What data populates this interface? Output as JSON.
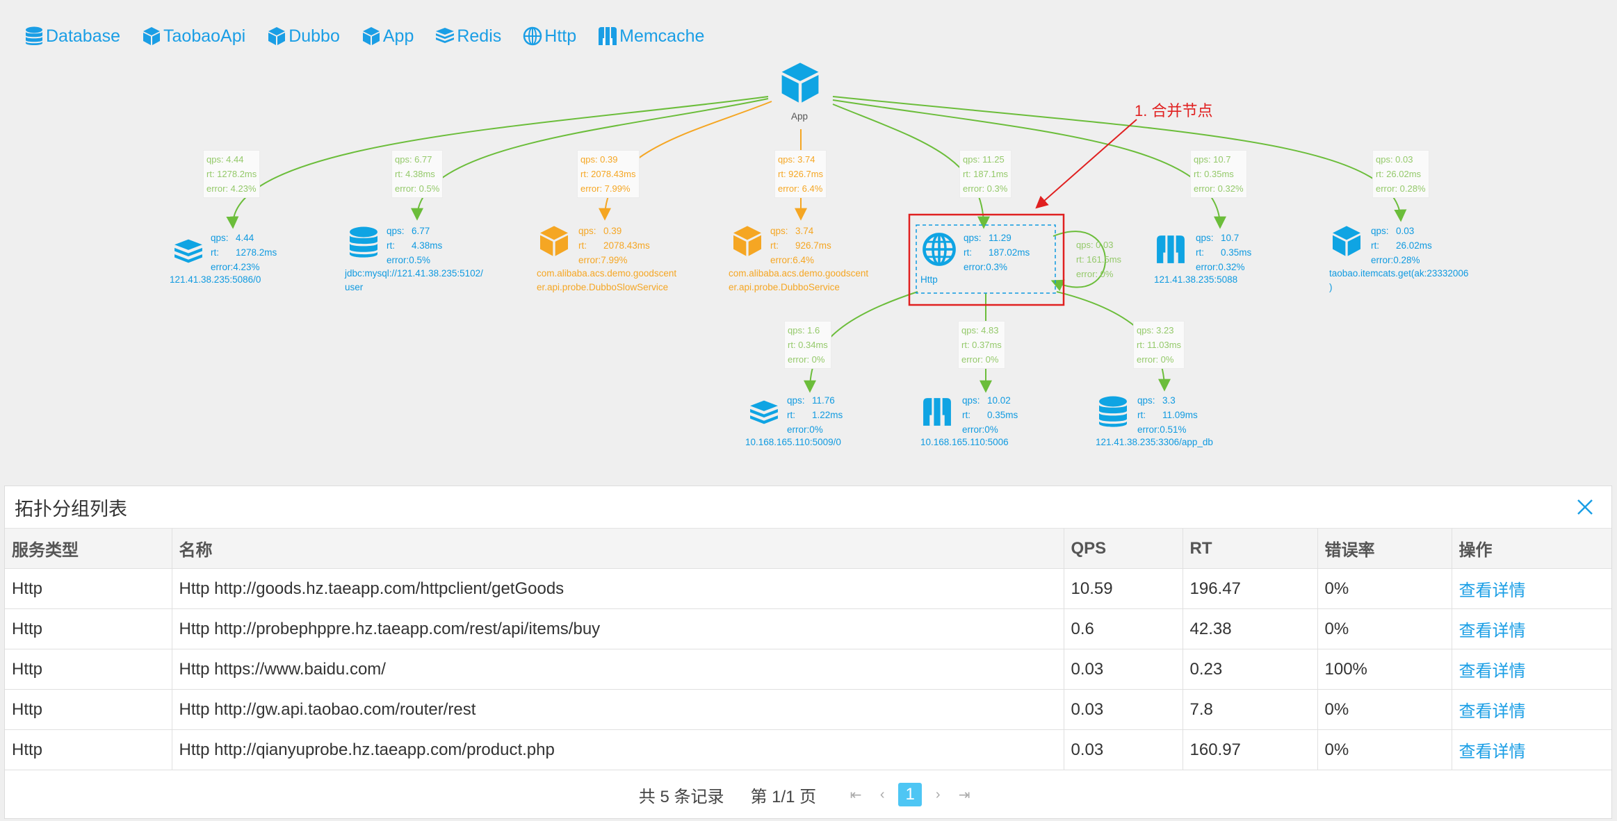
{
  "legend": [
    {
      "label": "Database",
      "icon": "database-icon"
    },
    {
      "label": "TaobaoApi",
      "icon": "cube-icon"
    },
    {
      "label": "Dubbo",
      "icon": "cube-icon"
    },
    {
      "label": "App",
      "icon": "cube-icon"
    },
    {
      "label": "Redis",
      "icon": "redis-icon"
    },
    {
      "label": "Http",
      "icon": "globe-icon"
    },
    {
      "label": "Memcache",
      "icon": "memcache-icon"
    }
  ],
  "root": {
    "label": "App",
    "icon": "cube-icon"
  },
  "annotation": "1. 合并节点",
  "colors": {
    "accent": "#0f9ae0",
    "dubbo": "#f5a623",
    "edge": "#6bbd3a",
    "highlight": "#e02020"
  },
  "nodes": [
    {
      "id": "redis1",
      "type": "redis",
      "qps": "4.44",
      "rt": "1278.2ms",
      "error": "error:4.23%",
      "label": "121.41.38.235:5086/0"
    },
    {
      "id": "db1",
      "type": "database",
      "qps": "6.77",
      "rt": "4.38ms",
      "error": "error:0.5%",
      "label": "jdbc:mysql://121.41.38.235:5102/\nuser"
    },
    {
      "id": "dubbo1",
      "type": "dubbo",
      "qps": "0.39",
      "rt": "2078.43ms",
      "error": "error:7.99%",
      "label": "com.alibaba.acs.demo.goodscent\ner.api.probe.DubboSlowService"
    },
    {
      "id": "dubbo2",
      "type": "dubbo",
      "qps": "3.74",
      "rt": "926.7ms",
      "error": "error:6.4%",
      "label": "com.alibaba.acs.demo.goodscent\ner.api.probe.DubboService"
    },
    {
      "id": "http",
      "type": "http",
      "qps": "11.29",
      "rt": "187.02ms",
      "error": "error:0.3%",
      "label": "Http"
    },
    {
      "id": "mem1",
      "type": "memcache",
      "qps": "10.7",
      "rt": "0.35ms",
      "error": "error:0.32%",
      "label": "121.41.38.235:5088"
    },
    {
      "id": "taobao",
      "type": "taobaoapi",
      "qps": "0.03",
      "rt": "26.02ms",
      "error": "error:0.28%",
      "label": "taobao.itemcats.get(ak:23332006\n)"
    },
    {
      "id": "redis2",
      "type": "redis",
      "qps": "11.76",
      "rt": "1.22ms",
      "error": "error:0%",
      "label": "10.168.165.110:5009/0"
    },
    {
      "id": "mem2",
      "type": "memcache",
      "qps": "10.02",
      "rt": "0.35ms",
      "error": "error:0%",
      "label": "10.168.165.110:5006"
    },
    {
      "id": "db2",
      "type": "database",
      "qps": "3.3",
      "rt": "11.09ms",
      "error": "error:0.51%",
      "label": "121.41.38.235:3306/app_db"
    }
  ],
  "edge_labels": [
    {
      "id": "e1",
      "qps": "qps: 4.44",
      "rt": "rt: 1278.2ms",
      "error": "error: 4.23%",
      "tone": "green"
    },
    {
      "id": "e2",
      "qps": "qps: 6.77",
      "rt": "rt: 4.38ms",
      "error": "error: 0.5%",
      "tone": "green"
    },
    {
      "id": "e3",
      "qps": "qps: 0.39",
      "rt": "rt: 2078.43ms",
      "error": "error: 7.99%",
      "tone": "orange"
    },
    {
      "id": "e4",
      "qps": "qps: 3.74",
      "rt": "rt: 926.7ms",
      "error": "error: 6.4%",
      "tone": "orange"
    },
    {
      "id": "e5",
      "qps": "qps: 11.25",
      "rt": "rt: 187.1ms",
      "error": "error: 0.3%",
      "tone": "green"
    },
    {
      "id": "e6",
      "qps": "qps: 10.7",
      "rt": "rt: 0.35ms",
      "error": "error: 0.32%",
      "tone": "green"
    },
    {
      "id": "e7",
      "qps": "qps: 0.03",
      "rt": "rt: 26.02ms",
      "error": "error: 0.28%",
      "tone": "green"
    },
    {
      "id": "e8",
      "qps": "qps: 0.03",
      "rt": "rt: 161.5ms",
      "error": "error: 0%",
      "tone": "green"
    },
    {
      "id": "e9",
      "qps": "qps: 1.6",
      "rt": "rt: 0.34ms",
      "error": "error: 0%",
      "tone": "green"
    },
    {
      "id": "e10",
      "qps": "qps: 4.83",
      "rt": "rt: 0.37ms",
      "error": "error: 0%",
      "tone": "green"
    },
    {
      "id": "e11",
      "qps": "qps: 3.23",
      "rt": "rt: 11.03ms",
      "error": "error: 0%",
      "tone": "green"
    }
  ],
  "panel": {
    "title": "拓扑分组列表",
    "columns": [
      "服务类型",
      "名称",
      "QPS",
      "RT",
      "错误率",
      "操作"
    ],
    "rows": [
      [
        "Http",
        "Http http://goods.hz.taeapp.com/httpclient/getGoods",
        "10.59",
        "196.47",
        "0%",
        "查看详情"
      ],
      [
        "Http",
        "Http http://probephppre.hz.taeapp.com/rest/api/items/buy",
        "0.6",
        "42.38",
        "0%",
        "查看详情"
      ],
      [
        "Http",
        "Http https://www.baidu.com/",
        "0.03",
        "0.23",
        "100%",
        "查看详情"
      ],
      [
        "Http",
        "Http http://gw.api.taobao.com/router/rest",
        "0.03",
        "7.8",
        "0%",
        "查看详情"
      ],
      [
        "Http",
        "Http http://qianyuprobe.hz.taeapp.com/product.php",
        "0.03",
        "160.97",
        "0%",
        "查看详情"
      ]
    ],
    "pagination": {
      "total": "共 5 条记录",
      "page": "第 1/1 页",
      "current": "1"
    }
  }
}
